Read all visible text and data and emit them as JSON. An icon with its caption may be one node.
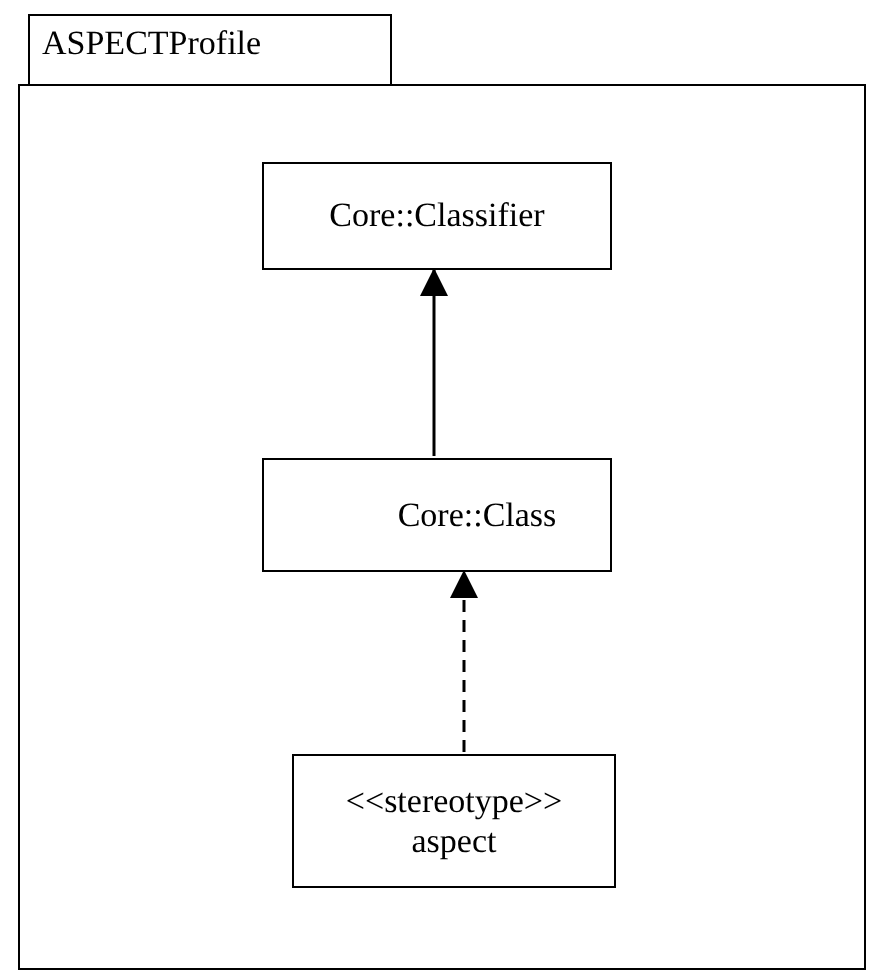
{
  "diagram": {
    "nodes": [
      {
        "text": [
          "ASPECTProfile"
        ]
      },
      {
        "text": [
          "Core::Classifier"
        ],
        "in": 0
      },
      {
        "text": [
          "Core::Class"
        ],
        "in": 0
      },
      {
        "text": [
          "<<stereotype>>",
          "aspect"
        ],
        "in": 0
      }
    ],
    "edges": [
      {
        "from": 2,
        "to": 1,
        "arrow": "to"
      },
      {
        "from": 3,
        "to": 2,
        "arrow": "to",
        "style": "dashed"
      }
    ]
  }
}
